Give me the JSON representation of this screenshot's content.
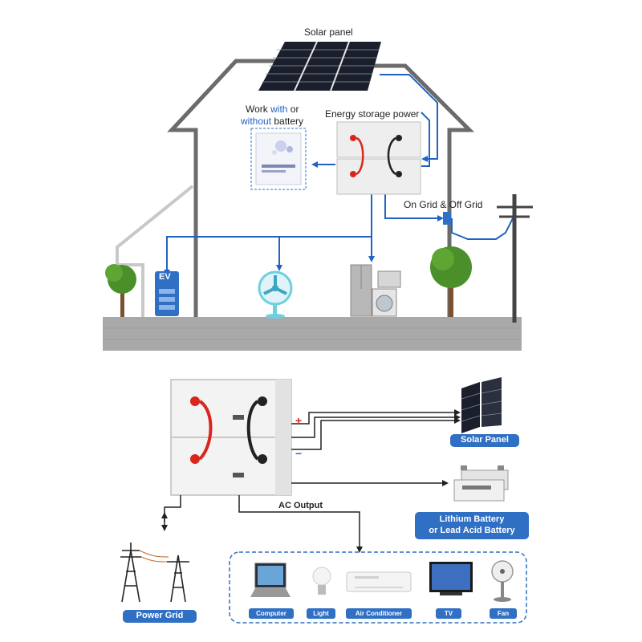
{
  "house": {
    "solar_panel_label": "Solar panel",
    "energy_storage_label": "Energy storage power",
    "work_line1_a": "Work ",
    "work_line1_b": "with",
    "work_line1_c": " or",
    "work_line2_a": "without",
    "work_line2_b": " battery",
    "grid_label": "On Grid & Off Grid",
    "ev_label": "EV"
  },
  "wiring": {
    "plus_sign": "+",
    "minus_sign": "−",
    "ac_output": "AC Output",
    "solar_panel": "Solar Panel",
    "battery_line1": "Lithium Battery",
    "battery_line2": "or Lead Acid Battery",
    "power_grid": "Power Grid",
    "devices": [
      "Computer",
      "Light",
      "Air Conditioner",
      "TV",
      "Fan"
    ]
  },
  "colors": {
    "accent_blue": "#2f6fc4",
    "line_blue": "#1f63c4",
    "house_outline": "#6b6b6b",
    "ground": "#a9a9a9",
    "cable_red": "#d9261c"
  }
}
